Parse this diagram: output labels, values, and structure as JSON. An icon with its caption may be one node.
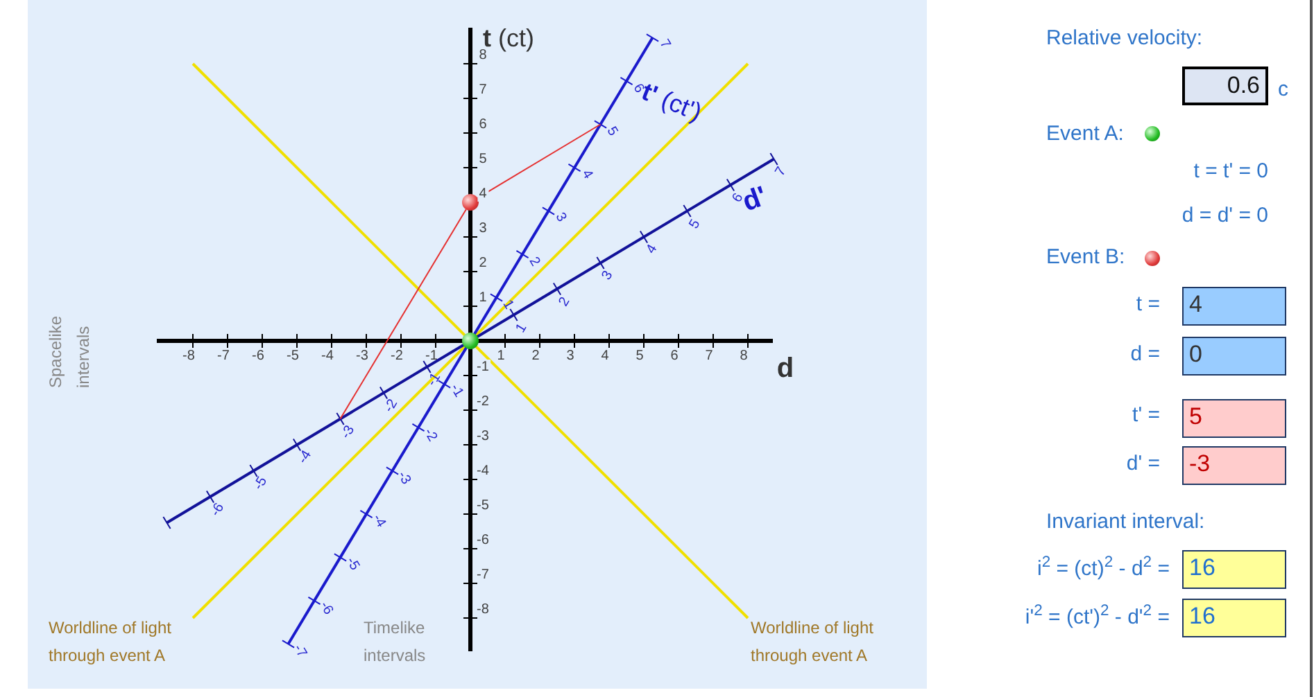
{
  "diagram": {
    "nodes": [
      {
        "text": [
          "5"
        ]
      },
      {
        "text": [],
        "shape": "circle"
      },
      {
        "text": [],
        "shape": "circle"
      },
      {
        "text": [
          "-3"
        ]
      }
    ],
    "edges": [
      {
        "from": 1,
        "to": 0,
        "arrow": "none"
      },
      {
        "from": 1,
        "to": 3,
        "arrow": "none"
      }
    ],
    "labels": [
      "**t** (ct)",
      "**t'** (ct')",
      "d'",
      "d",
      "-8",
      "-7",
      "-6",
      "-5",
      "-4",
      "-3",
      "-2",
      "-1",
      "1",
      "2",
      "3",
      "4",
      "5",
      "6",
      "7",
      "8",
      "8",
      "7",
      "6",
      "5",
      "4",
      "3",
      "2",
      "1",
      "-1",
      "-2",
      "-3",
      "-4",
      "-5",
      "-6",
      "-7",
      "-8",
      "1",
      "2",
      "3",
      "4",
      "6",
      "7",
      "-1",
      "-2",
      "-3",
      "-4",
      "-5",
      "-6",
      "-7",
      "1",
      "2",
      "3",
      "4",
      "5",
      "6",
      "7",
      "-1",
      "-2",
      "-4",
      "-5",
      "-6",
      "Spacelike intervals",
      "Worldline of light through event A",
      "Timelike intervals",
      "Worldline of light through event A",
      "Relative velocity:",
      "0.6",
      "c",
      "Event A:",
      "t = t' = 0",
      "d = d' = 0",
      "Event B:",
      "t =",
      "4",
      "d =",
      "0",
      "t' =",
      "5",
      "d' =",
      "-3",
      "Invariant interval:",
      "i$^{2}$ = (ct)$^{2}$ - d$^{2}$ =",
      "16",
      "i'$^{2}$ = (ct')$^{2}$ - d'$^{2}$ =",
      "16"
    ]
  }
}
